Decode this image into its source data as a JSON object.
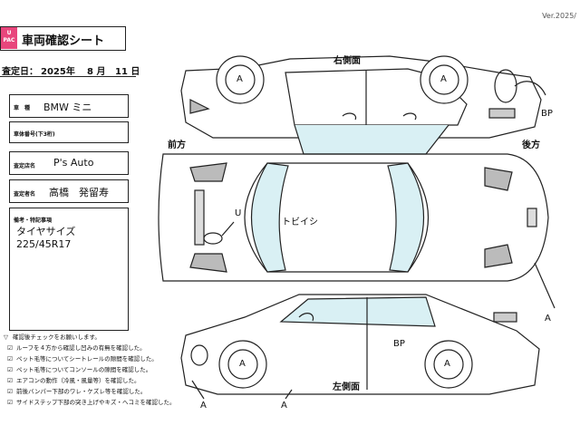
{
  "version": "Ver.2025/",
  "logo": {
    "line1": "U",
    "line2": "PAC"
  },
  "title": "車両確認シート",
  "date": {
    "label": "査定日：",
    "year": "2025年",
    "month": "8 月",
    "day": "11 日"
  },
  "fields": {
    "vehicle": {
      "label": "車　種",
      "value": "BMW ミニ"
    },
    "chassis_no": {
      "label": "車体番号(下3桁)",
      "value": ""
    },
    "store": {
      "label": "査定店名",
      "value": "P's Auto"
    },
    "appraiser": {
      "label": "査定者名",
      "value": "高橋　発留寿"
    },
    "notes": {
      "label": "備考・特記事項",
      "line1": "タイヤサイズ",
      "line2": "225/45R17"
    }
  },
  "checklist": [
    "確認後チェックをお願いします。",
    "ルーフを４方から確認し凹みの有無を確認した。",
    "ペット毛等についてシートレールの隙間を確認した。",
    "ペット毛等についてコンソールの隙間を確認した。",
    "エアコンの動作（冷風・風量等）を確認した。",
    "前後バンパー下部のワレ・ケズレ等を確認した。",
    "サイドステップ下部の突き上げやキズ・ヘコミを確認した。"
  ],
  "labels": {
    "right_side": "右側面",
    "left_side": "左側面",
    "front": "前方",
    "rear": "後方"
  },
  "marks": {
    "top_wheel_front": "A",
    "top_wheel_rear": "A",
    "bp_top": "BP",
    "u_mark": "U",
    "tobiishi": "トビイシ",
    "rear_a": "A",
    "bottom_bp": "BP",
    "bottom_wheel_front": "A",
    "bottom_wheel_rear": "A",
    "bottom_a_left": "A",
    "bottom_a_mid": "A"
  }
}
